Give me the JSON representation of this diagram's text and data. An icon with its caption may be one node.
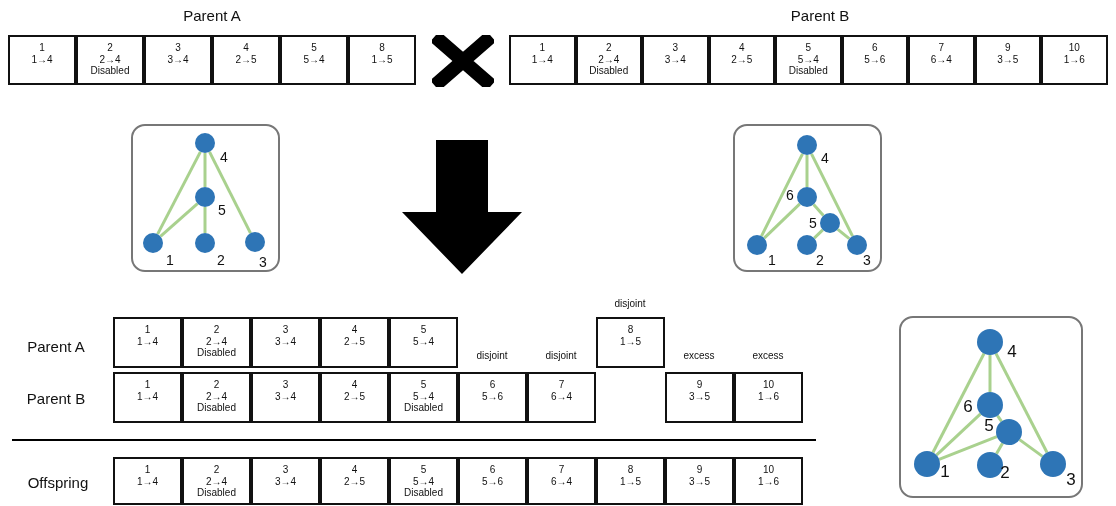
{
  "diagram": {
    "nodes": [
      {
        "text": [
          "1",
          "1→4"
        ]
      },
      {
        "text": [
          "2",
          "2→4",
          "Disabled"
        ]
      },
      {
        "text": [
          "3",
          "3→4"
        ]
      },
      {
        "text": [
          "4",
          "2→5"
        ]
      },
      {
        "text": [
          "5",
          "5→4"
        ]
      },
      {
        "text": [
          "8",
          "1→5"
        ]
      },
      {
        "text": [
          "1",
          "1→4"
        ]
      },
      {
        "text": [
          "2",
          "2→4",
          "Disabled"
        ]
      },
      {
        "text": [
          "3",
          "3→4"
        ]
      },
      {
        "text": [
          "4",
          "2→5"
        ]
      },
      {
        "text": [
          "5",
          "5→4",
          "Disabled"
        ]
      },
      {
        "text": [
          "6",
          "5→6"
        ]
      },
      {
        "text": [
          "7",
          "6→4"
        ]
      },
      {
        "text": [
          "9",
          "3→5"
        ]
      },
      {
        "text": [
          "10",
          "1→6"
        ]
      },
      {
        "text": [],
        "shape": "box"
      },
      {
        "text": [],
        "shape": "circle",
        "in": 15,
        "beside": [
          "4"
        ]
      },
      {
        "text": [],
        "shape": "circle",
        "in": 15,
        "beside": [
          "5"
        ]
      },
      {
        "text": [],
        "shape": "circle",
        "in": 15,
        "beside": [
          "1"
        ]
      },
      {
        "text": [],
        "shape": "circle",
        "in": 15,
        "beside": [
          "2"
        ]
      },
      {
        "text": [],
        "shape": "circle",
        "in": 15,
        "beside": [
          "3"
        ]
      },
      {
        "text": [],
        "shape": "box"
      },
      {
        "text": [],
        "shape": "circle",
        "in": 21,
        "beside": [
          "4"
        ]
      },
      {
        "text": [],
        "shape": "circle",
        "in": 21,
        "beside": [
          "6"
        ]
      },
      {
        "text": [],
        "shape": "circle",
        "in": 21,
        "beside": [
          "5"
        ]
      },
      {
        "text": [],
        "shape": "circle",
        "in": 21,
        "beside": [
          "1"
        ]
      },
      {
        "text": [],
        "shape": "circle",
        "in": 21,
        "beside": [
          "2"
        ]
      },
      {
        "text": [],
        "shape": "circle",
        "in": 21,
        "beside": [
          "3"
        ]
      },
      {
        "text": [
          "1",
          "1→4"
        ]
      },
      {
        "text": [
          "2",
          "2→4",
          "Disabled"
        ]
      },
      {
        "text": [
          "3",
          "3→4"
        ]
      },
      {
        "text": [
          "4",
          "2→5"
        ]
      },
      {
        "text": [
          "5",
          "5→4"
        ]
      },
      {
        "text": [
          "8",
          "1→5"
        ]
      },
      {
        "text": [
          "1",
          "1→4"
        ]
      },
      {
        "text": [
          "2",
          "2→4",
          "Disabled"
        ]
      },
      {
        "text": [
          "3",
          "3→4"
        ]
      },
      {
        "text": [
          "4",
          "2→5"
        ]
      },
      {
        "text": [
          "5",
          "5→4",
          "Disabled"
        ]
      },
      {
        "text": [
          "6",
          "5→6"
        ]
      },
      {
        "text": [
          "7",
          "6→4"
        ]
      },
      {
        "text": [
          "9",
          "3→5"
        ]
      },
      {
        "text": [
          "10",
          "1→6"
        ]
      },
      {
        "text": [
          "1",
          "1→4"
        ]
      },
      {
        "text": [
          "2",
          "2→4",
          "Disabled"
        ]
      },
      {
        "text": [
          "3",
          "3→4"
        ]
      },
      {
        "text": [
          "4",
          "2→5"
        ]
      },
      {
        "text": [
          "5",
          "5→4",
          "Disabled"
        ]
      },
      {
        "text": [
          "6",
          "5→6"
        ]
      },
      {
        "text": [
          "7",
          "6→4"
        ]
      },
      {
        "text": [
          "8",
          "1→5"
        ]
      },
      {
        "text": [
          "9",
          "3→5"
        ]
      },
      {
        "text": [
          "10",
          "1→6"
        ]
      },
      {
        "text": [],
        "shape": "box"
      },
      {
        "text": [],
        "shape": "circle",
        "in": 53,
        "beside": [
          "4"
        ]
      },
      {
        "text": [],
        "shape": "circle",
        "in": 53,
        "beside": [
          "6"
        ]
      },
      {
        "text": [],
        "shape": "circle",
        "in": 53,
        "beside": [
          "5"
        ]
      },
      {
        "text": [],
        "shape": "circle",
        "in": 53,
        "beside": [
          "1"
        ]
      },
      {
        "text": [],
        "shape": "circle",
        "in": 53,
        "beside": [
          "2"
        ]
      },
      {
        "text": [],
        "shape": "circle",
        "in": 53,
        "beside": [
          "3"
        ]
      }
    ],
    "edges": [
      {
        "from": 18,
        "to": 16,
        "arrow": "none"
      },
      {
        "from": 20,
        "to": 16,
        "arrow": "none"
      },
      {
        "from": 19,
        "to": 17,
        "arrow": "none"
      },
      {
        "from": 17,
        "to": 16,
        "arrow": "none"
      },
      {
        "from": 18,
        "to": 17,
        "arrow": "none"
      },
      {
        "from": 25,
        "to": 22,
        "arrow": "none"
      },
      {
        "from": 27,
        "to": 22,
        "arrow": "none"
      },
      {
        "from": 26,
        "to": 24,
        "arrow": "none"
      },
      {
        "from": 24,
        "to": 23,
        "arrow": "none"
      },
      {
        "from": 23,
        "to": 22,
        "arrow": "none"
      },
      {
        "from": 27,
        "to": 24,
        "arrow": "none"
      },
      {
        "from": 25,
        "to": 23,
        "arrow": "none"
      },
      {
        "from": 57,
        "to": 54,
        "arrow": "none"
      },
      {
        "from": 59,
        "to": 54,
        "arrow": "none"
      },
      {
        "from": 58,
        "to": 56,
        "arrow": "none"
      },
      {
        "from": 56,
        "to": 55,
        "arrow": "none"
      },
      {
        "from": 55,
        "to": 54,
        "arrow": "none"
      },
      {
        "from": 57,
        "to": 56,
        "arrow": "none"
      },
      {
        "from": 59,
        "to": 56,
        "arrow": "none"
      },
      {
        "from": 57,
        "to": 55,
        "arrow": "none"
      }
    ],
    "labels": [
      "Parent A",
      "Parent B",
      "disjoint",
      "Parent A",
      "disjoint",
      "disjoint",
      "excess",
      "excess",
      "Parent B",
      "Offspring"
    ]
  }
}
